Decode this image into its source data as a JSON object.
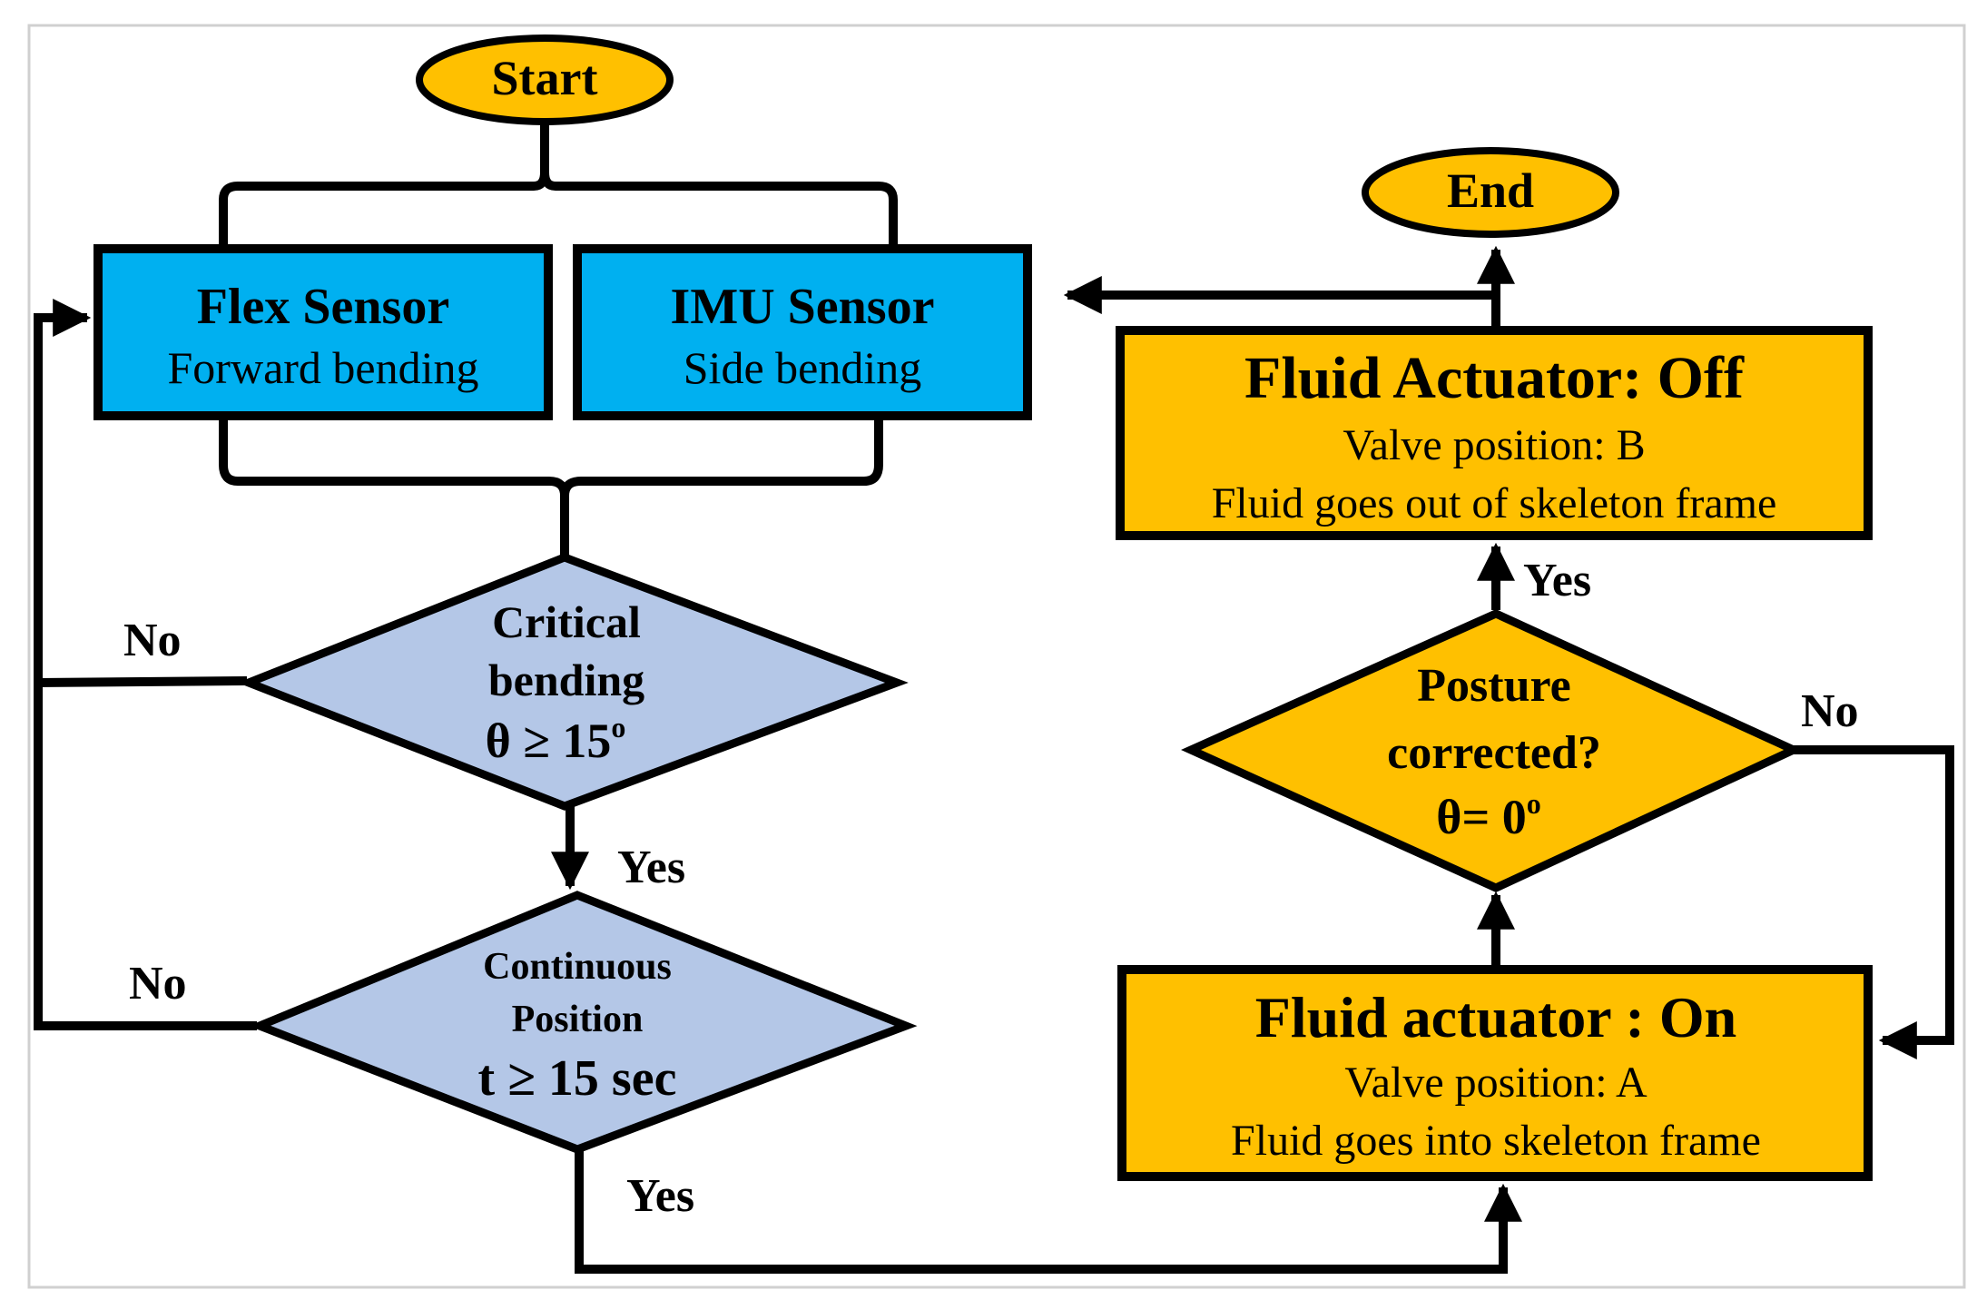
{
  "colors": {
    "sensor_fill": "#00b0f0",
    "decision_blue_fill": "#b4c7e7",
    "actuator_fill": "#ffc000",
    "stroke": "#000000",
    "frame": "#d0d0d0"
  },
  "terminals": {
    "start": "Start",
    "end": "End"
  },
  "sensors": {
    "flex": {
      "title": "Flex Sensor",
      "subtitle": "Forward bending"
    },
    "imu": {
      "title": "IMU Sensor",
      "subtitle": "Side bending"
    }
  },
  "decisions": {
    "critical_bending": {
      "line1": "Critical",
      "line2": "bending",
      "line3": "θ ≥ 15",
      "sup": "o"
    },
    "continuous_position": {
      "line1": "Continuous",
      "line2": "Position",
      "line3": "t ≥ 15 sec"
    },
    "posture_corrected": {
      "line1": "Posture",
      "line2": "corrected?",
      "line3": "θ= 0",
      "sup": "o"
    }
  },
  "actuators": {
    "on": {
      "title": "Fluid actuator : On",
      "line1": "Valve position: A",
      "line2": "Fluid goes into skeleton frame"
    },
    "off": {
      "title": "Fluid Actuator: Off",
      "line1": "Valve position: B",
      "line2": "Fluid goes out of skeleton frame"
    }
  },
  "edge_labels": {
    "critical_no": "No",
    "critical_yes": "Yes",
    "continuous_no": "No",
    "continuous_yes": "Yes",
    "posture_yes": "Yes",
    "posture_no": "No"
  }
}
